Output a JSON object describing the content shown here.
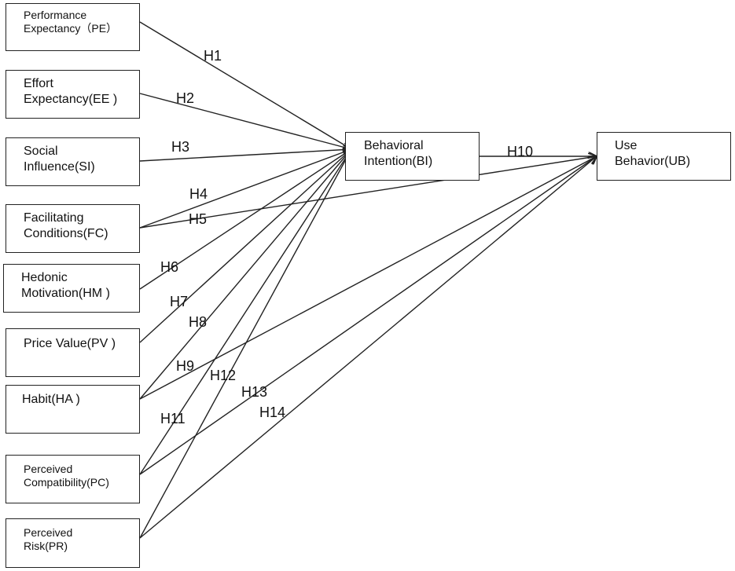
{
  "constructs": [
    {
      "id": "PE",
      "label": "Performance\nExpectancy（PE）"
    },
    {
      "id": "EE",
      "label": "Effort\nExpectancy(EE )"
    },
    {
      "id": "SI",
      "label": "Social\nInfluence(SI)"
    },
    {
      "id": "FC",
      "label": "Facilitating\nConditions(FC)"
    },
    {
      "id": "HM",
      "label": "Hedonic\nMotivation(HM )"
    },
    {
      "id": "PV",
      "label": "Price Value(PV )"
    },
    {
      "id": "HA",
      "label": "Habit(HA )"
    },
    {
      "id": "PC",
      "label": "Perceived\nCompatibility(PC)"
    },
    {
      "id": "PR",
      "label": "Perceived\nRisk(PR)"
    },
    {
      "id": "BI",
      "label": "Behavioral\nIntention(BI)"
    },
    {
      "id": "UB",
      "label": "Use\nBehavior(UB)"
    }
  ],
  "hypotheses": [
    {
      "label": "H1",
      "from": "PE",
      "to": "BI"
    },
    {
      "label": "H2",
      "from": "EE",
      "to": "BI"
    },
    {
      "label": "H3",
      "from": "SI",
      "to": "BI"
    },
    {
      "label": "H4",
      "from": "FC",
      "to": "BI"
    },
    {
      "label": "H5",
      "from": "FC",
      "to": "UB"
    },
    {
      "label": "H6",
      "from": "HM",
      "to": "BI"
    },
    {
      "label": "H7",
      "from": "PV",
      "to": "BI"
    },
    {
      "label": "H8",
      "from": "HA",
      "to": "BI"
    },
    {
      "label": "H9",
      "from": "HA",
      "to": "UB"
    },
    {
      "label": "H10",
      "from": "BI",
      "to": "UB"
    },
    {
      "label": "H11",
      "from": "PC",
      "to": "BI"
    },
    {
      "label": "H12",
      "from": "PR",
      "to": "BI"
    },
    {
      "label": "H13",
      "from": "PC",
      "to": "UB"
    },
    {
      "label": "H14",
      "from": "PR",
      "to": "UB"
    }
  ]
}
